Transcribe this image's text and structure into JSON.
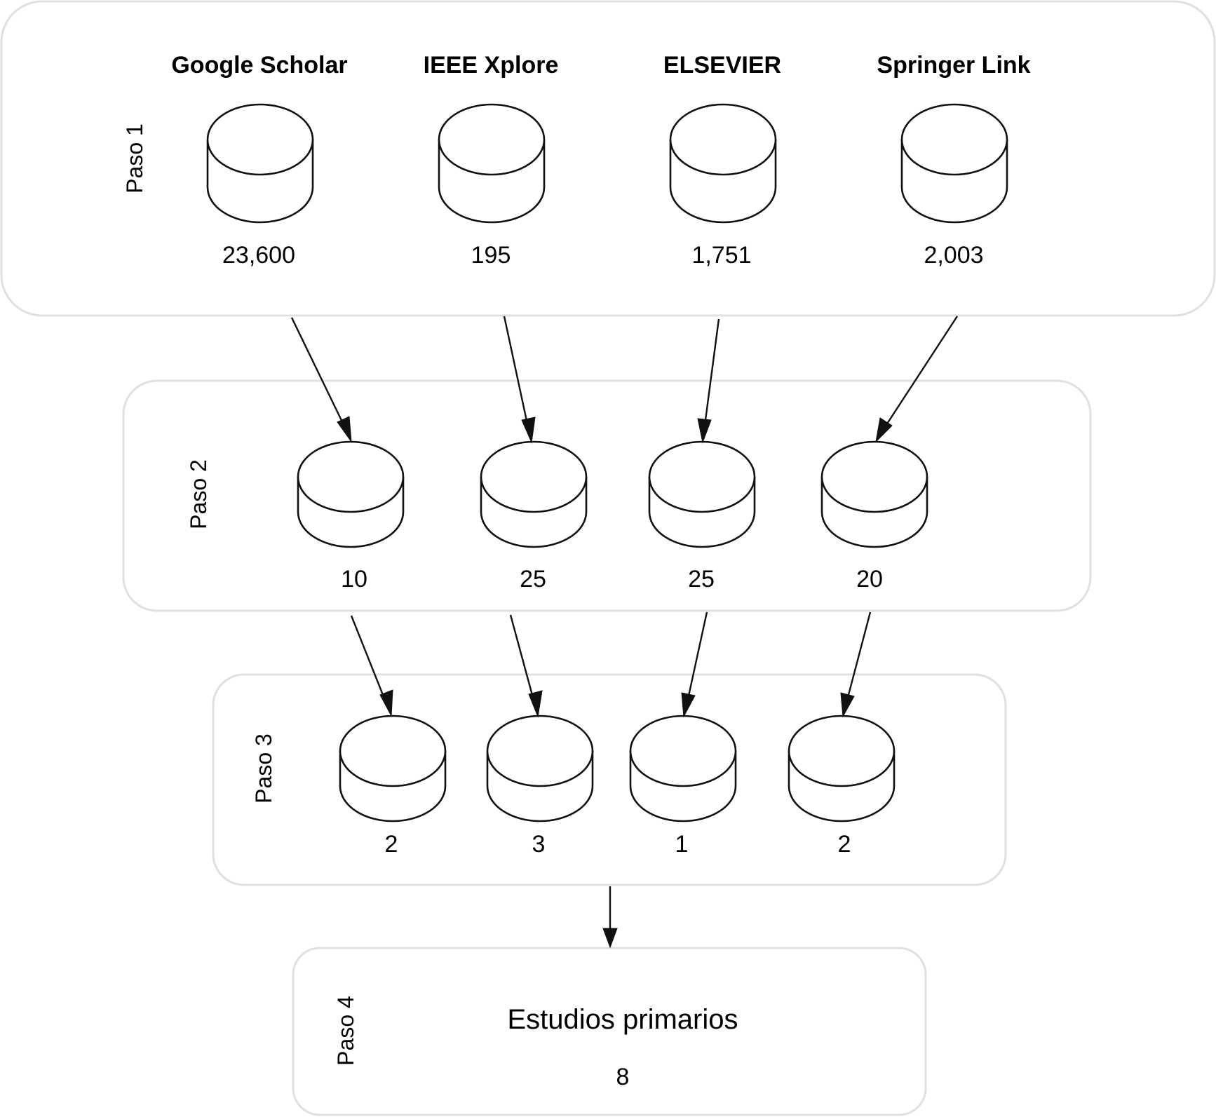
{
  "steps": {
    "step1": {
      "label": "Paso 1"
    },
    "step2": {
      "label": "Paso 2"
    },
    "step3": {
      "label": "Paso 3"
    },
    "step4": {
      "label": "Paso 4"
    }
  },
  "sources": [
    {
      "name": "Google Scholar",
      "step1": "23,600",
      "step2": "10",
      "step3": "2"
    },
    {
      "name": "IEEE Xplore",
      "step1": "195",
      "step2": "25",
      "step3": "3"
    },
    {
      "name": "ELSEVIER",
      "step1": "1,751",
      "step2": "25",
      "step3": "1"
    },
    {
      "name": "Springer Link",
      "step1": "2,003",
      "step2": "20",
      "step3": "2"
    }
  ],
  "result": {
    "title": "Estudios primarios",
    "count": "8"
  }
}
